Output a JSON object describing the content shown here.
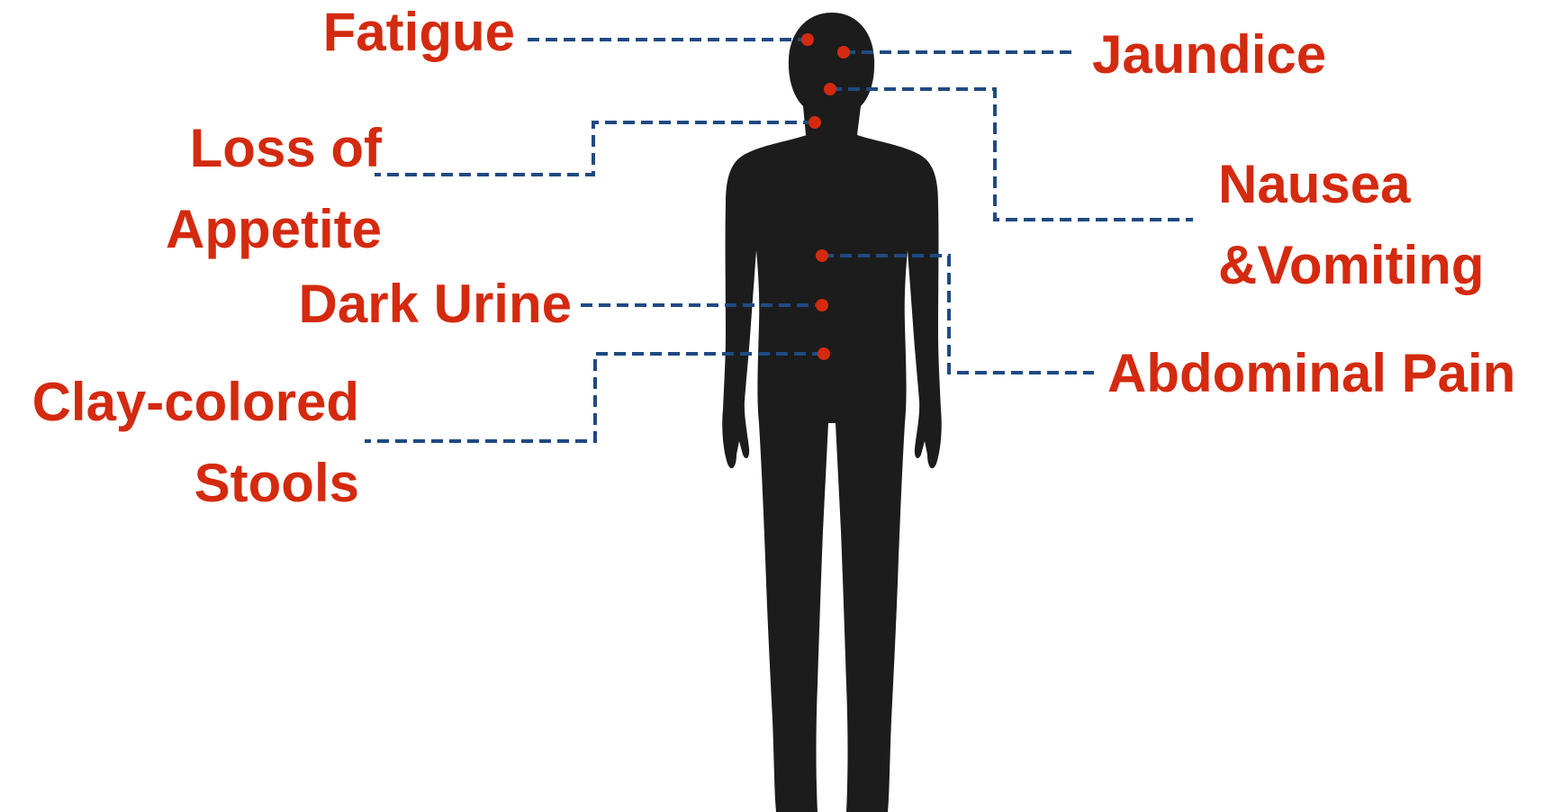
{
  "colors": {
    "label": "#d42a0f",
    "connector": "#1f4a82",
    "marker": "#d42a0f",
    "silhouette": "#1c1c1c"
  },
  "symptoms": {
    "fatigue": {
      "lines": [
        "Fatigue"
      ]
    },
    "jaundice": {
      "lines": [
        "Jaundice"
      ]
    },
    "loss_of_appetite": {
      "lines": [
        "Loss of",
        "Appetite"
      ]
    },
    "nausea_vomiting": {
      "lines": [
        "Nausea",
        "&Vomiting"
      ]
    },
    "dark_urine": {
      "lines": [
        "Dark Urine"
      ]
    },
    "abdominal_pain": {
      "lines": [
        "Abdominal Pain"
      ]
    },
    "clay_colored_stools": {
      "lines": [
        "Clay-colored",
        "Stools"
      ]
    }
  }
}
